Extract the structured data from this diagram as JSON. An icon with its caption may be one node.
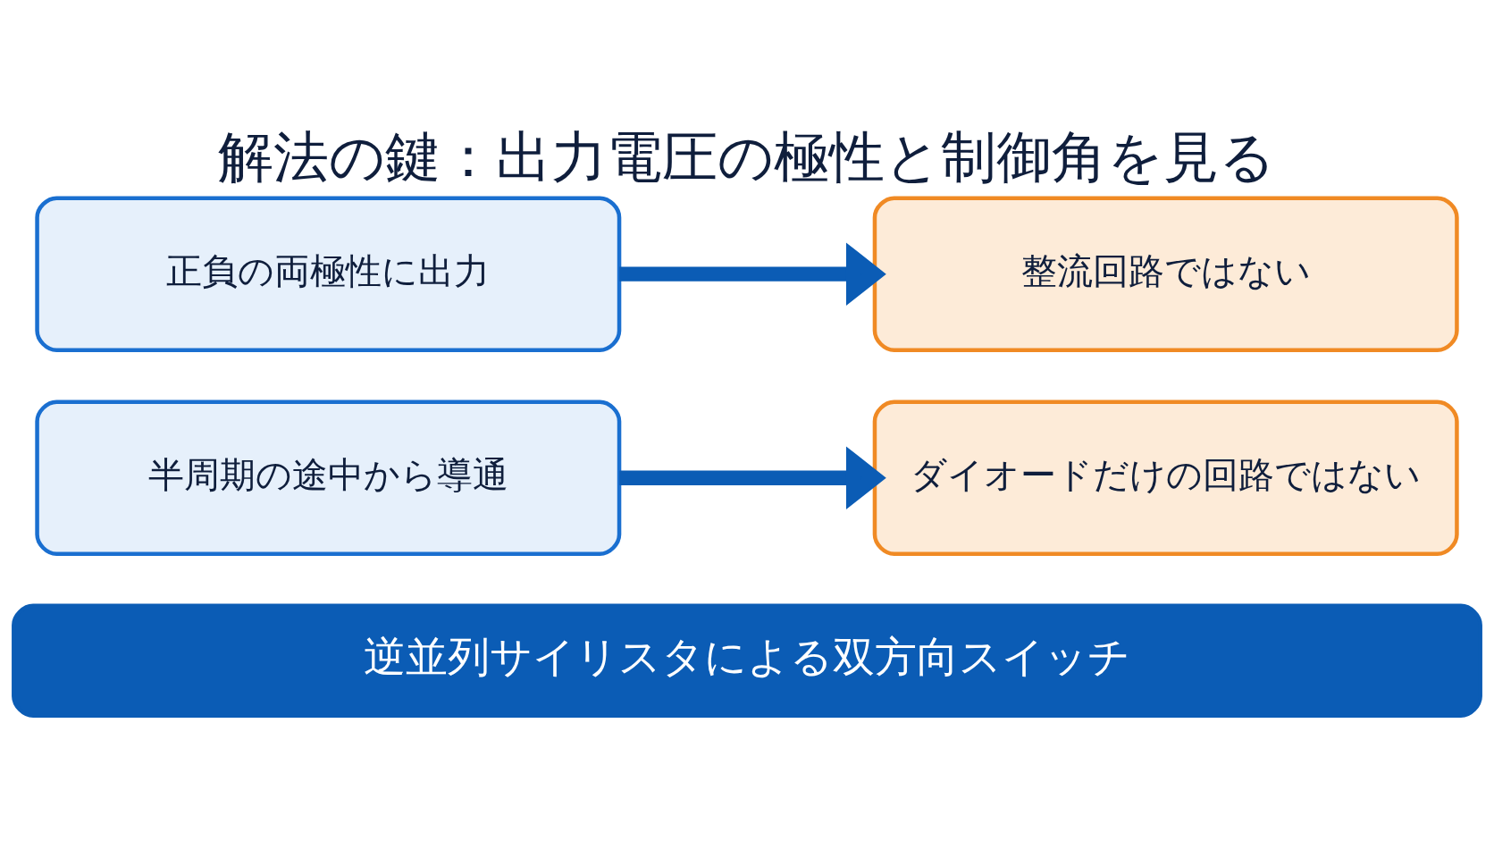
{
  "diagram": {
    "title": "解法の鍵：出力電圧の極性と制御角を見る",
    "nodes": [
      {
        "text": [
          "正負の両極性に出力"
        ]
      },
      {
        "text": [
          "整流回路ではない"
        ]
      },
      {
        "text": [
          "半周期の途中から導通"
        ]
      },
      {
        "text": [
          "ダイオードだけの回路ではない"
        ]
      },
      {
        "text": [
          "逆並列サイリスタによる双方向スイッチ"
        ]
      }
    ],
    "edges": [
      {
        "from": 0,
        "to": 1,
        "arrow": "to"
      },
      {
        "from": 2,
        "to": 3,
        "arrow": "to"
      }
    ]
  }
}
